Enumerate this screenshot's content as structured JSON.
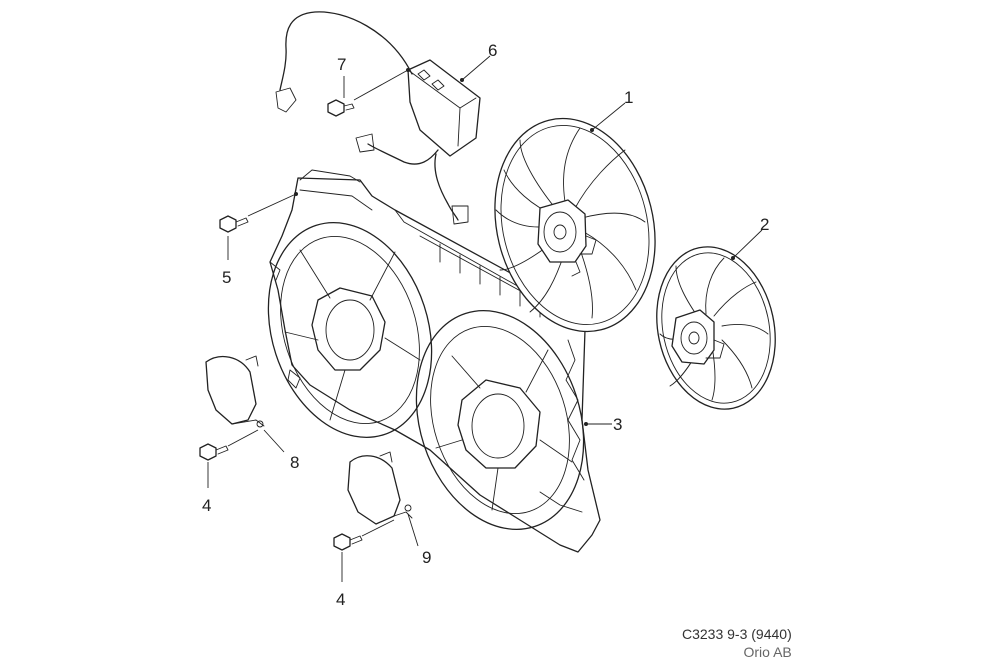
{
  "callouts": {
    "n1": "1",
    "n2": "2",
    "n3": "3",
    "n4a": "4",
    "n4b": "4",
    "n5": "5",
    "n6": "6",
    "n7": "7",
    "n8": "8",
    "n9": "9"
  },
  "caption": {
    "code": "C3233 9-3 (9440)",
    "source": "Orio AB"
  }
}
